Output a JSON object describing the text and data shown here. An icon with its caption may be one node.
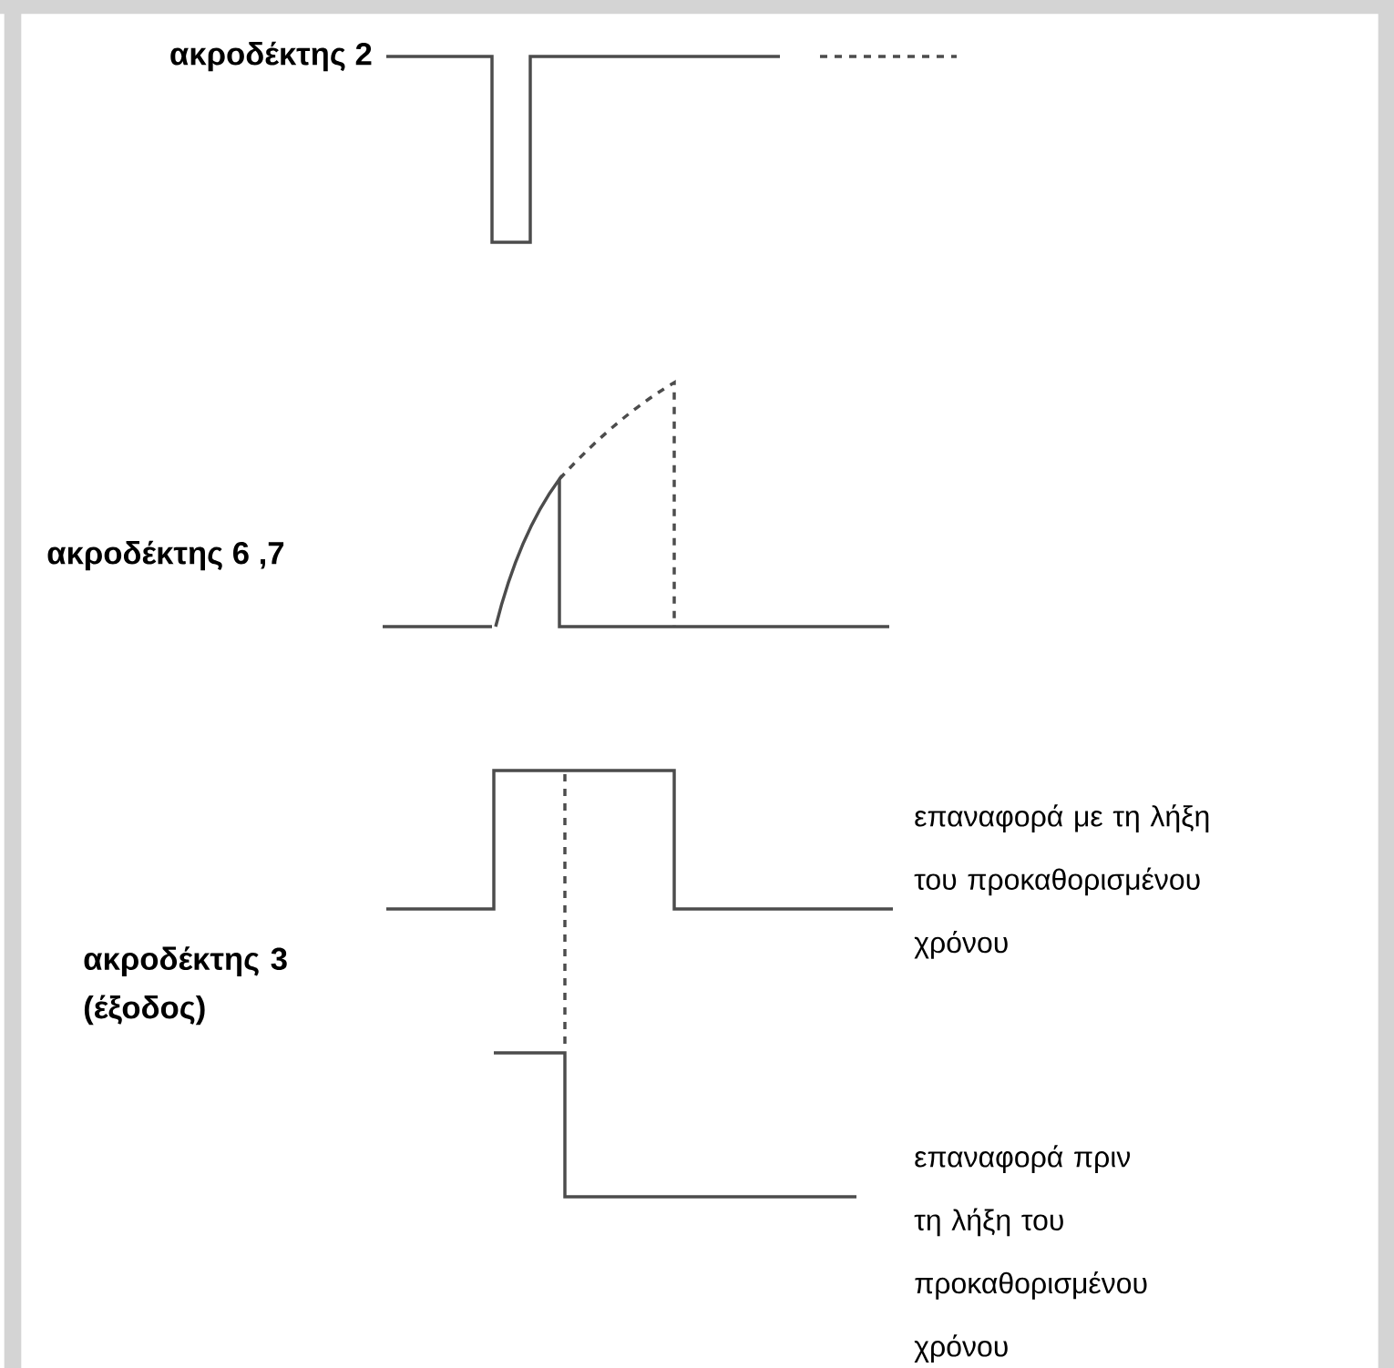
{
  "diagram": {
    "labels": [
      "ακροδέκτης 2",
      "ακροδέκτης 6 ,7",
      "ακροδέκτης 3 (έξοδος)",
      "επαναφορά με τη λήξη του προκαθορισμένου χρόνου",
      "επαναφορά πριν τη λήξη του προκαθορισμένου χρόνου"
    ]
  }
}
